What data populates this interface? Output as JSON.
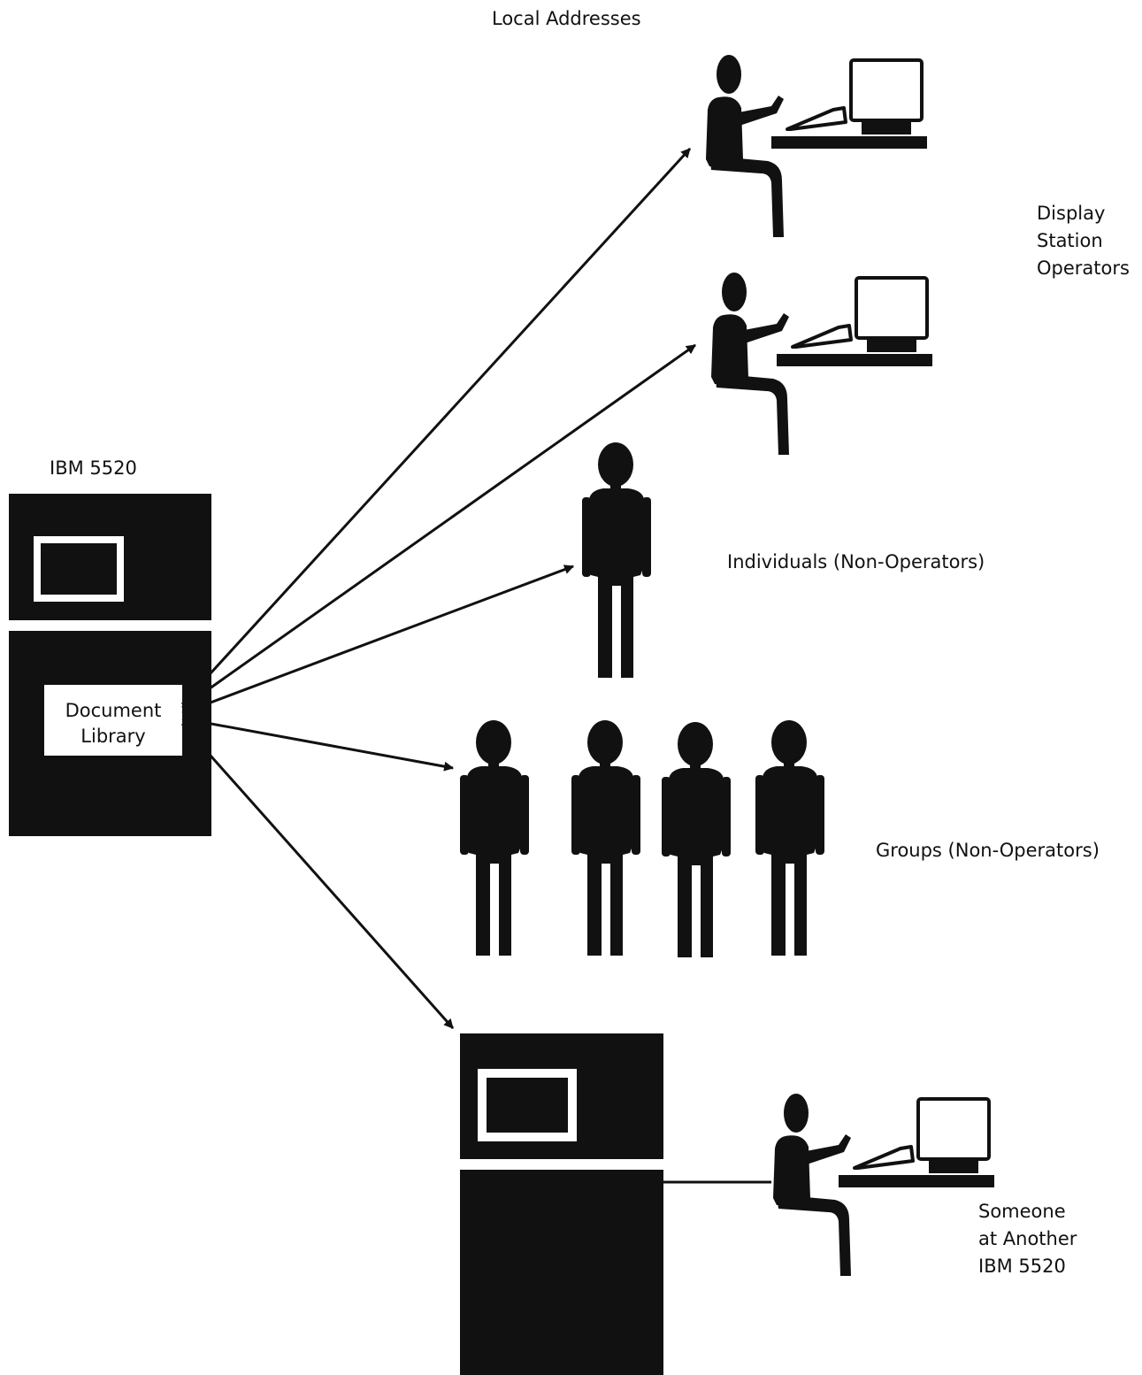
{
  "labels": {
    "local_addresses": "Local Addresses",
    "ibm_5520": "IBM 5520",
    "document_library": [
      "Document",
      "Library"
    ],
    "display_station_operators": [
      "Display",
      "Station",
      "Operators"
    ],
    "individuals": "Individuals (Non-Operators)",
    "groups": "Groups (Non-Operators)",
    "remote": [
      "Someone",
      "at Another",
      "IBM 5520"
    ]
  },
  "colors": {
    "ink": "#111111",
    "paper": "#ffffff"
  },
  "icons": [
    "ibm-5520-machine-icon",
    "display-station-operator-icon",
    "standing-person-icon",
    "arrow-icon"
  ]
}
